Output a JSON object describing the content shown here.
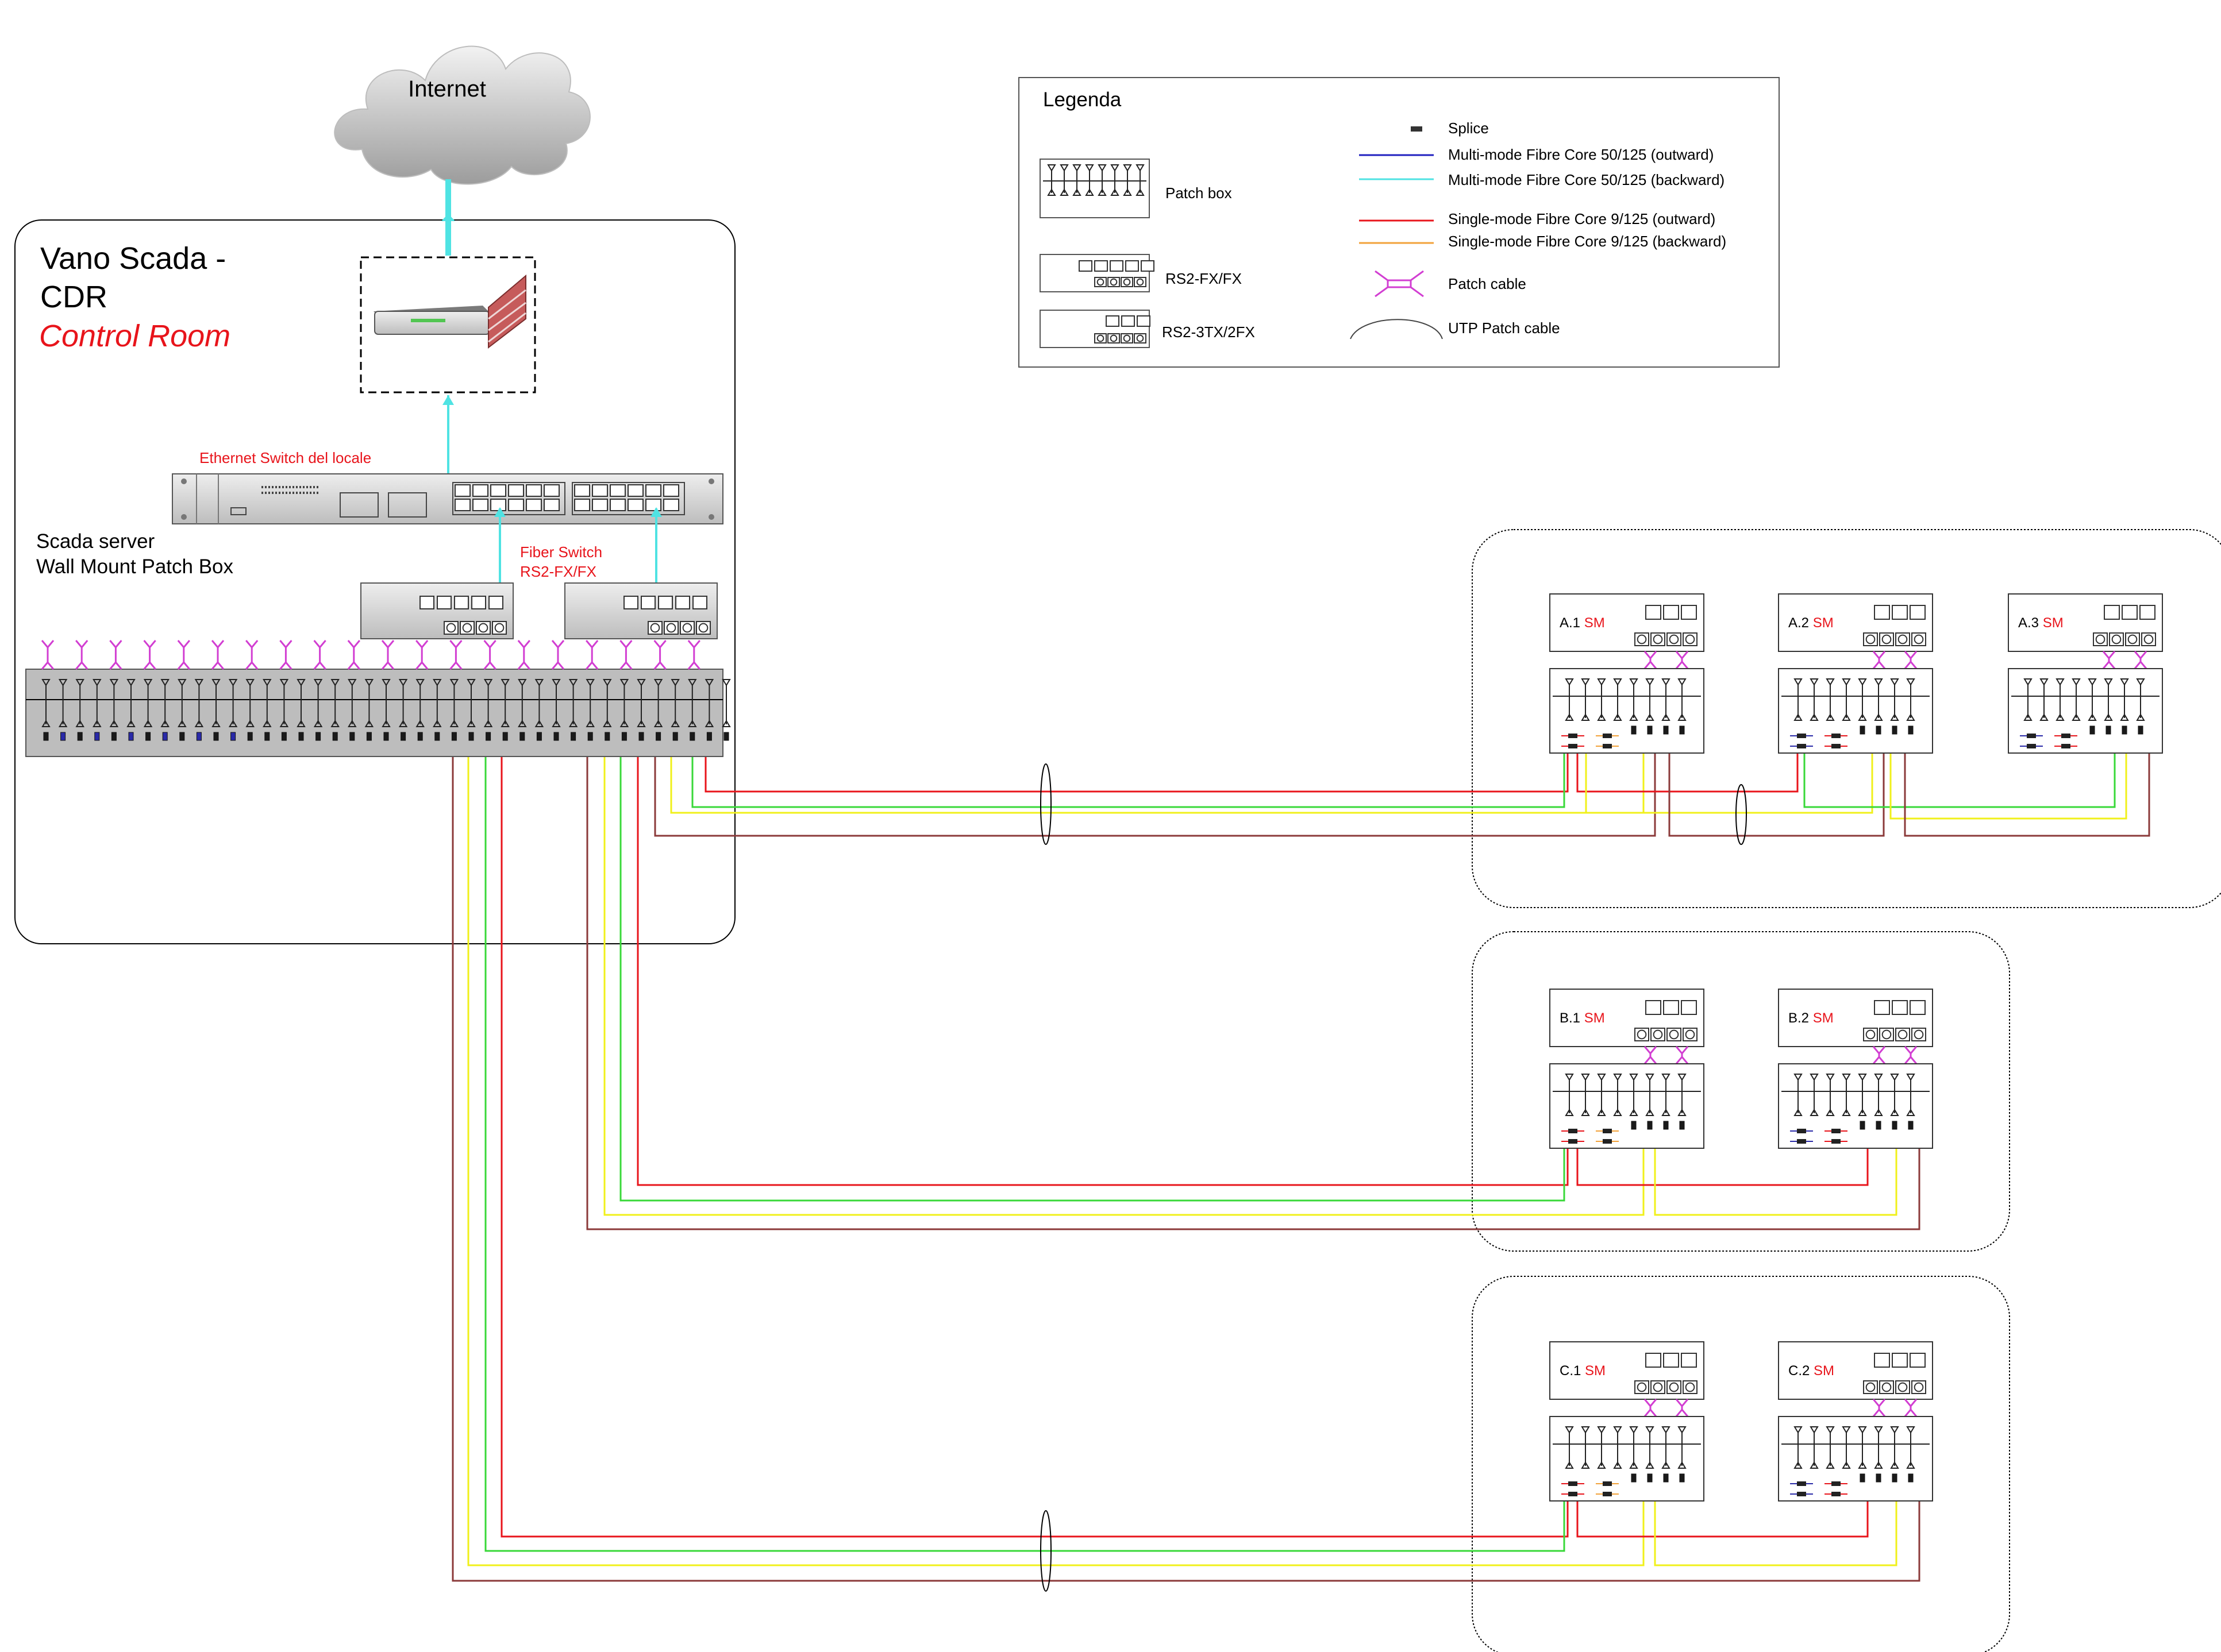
{
  "cloud": {
    "label": "Internet"
  },
  "control_room": {
    "title_line1": "Vano Scada -",
    "title_line2": "CDR",
    "subtitle": "Control Room",
    "ethernet_switch_label": "Ethernet Switch del locale",
    "scada_server_line1": "Scada server",
    "scada_server_line2": "Wall Mount Patch Box",
    "fiber_switch_line1": "Fiber Switch",
    "fiber_switch_line2": "RS2-FX/FX"
  },
  "legend": {
    "title": "Legenda",
    "items": [
      {
        "label": "Splice",
        "symbol": "splice"
      },
      {
        "label": "Multi-mode Fibre Core 50/125 (outward)",
        "symbol": "line",
        "color": "#1f1fbf"
      },
      {
        "label": "Multi-mode Fibre Core 50/125 (backward)",
        "symbol": "line",
        "color": "#4fe3e3"
      },
      {
        "label": "Single-mode Fibre Core 9/125 (outward)",
        "symbol": "line",
        "color": "#e8141b"
      },
      {
        "label": "Single-mode Fibre Core 9/125 (backward)",
        "symbol": "line",
        "color": "#f2a23a"
      },
      {
        "label": "Patch cable",
        "symbol": "patch"
      },
      {
        "label": "UTP Patch cable",
        "symbol": "utp"
      }
    ],
    "device_labels": {
      "patch_box": "Patch box",
      "rs2_fx_fx": "RS2-FX/FX",
      "rs2_3tx_2fx": "RS2-3TX/2FX"
    }
  },
  "sites": [
    {
      "group": "A",
      "nodes": [
        {
          "id": "A.1",
          "tag": "SM"
        },
        {
          "id": "A.2",
          "tag": "SM"
        },
        {
          "id": "A.3",
          "tag": "SM"
        }
      ]
    },
    {
      "group": "B",
      "nodes": [
        {
          "id": "B.1",
          "tag": "SM"
        },
        {
          "id": "B.2",
          "tag": "SM"
        }
      ]
    },
    {
      "group": "C",
      "nodes": [
        {
          "id": "C.1",
          "tag": "SM"
        },
        {
          "id": "C.2",
          "tag": "SM"
        }
      ]
    }
  ],
  "colors": {
    "fiber_red": "#e8141b",
    "fiber_yellow": "#f0f01a",
    "fiber_green": "#38d838",
    "fiber_brown": "#8b3a3a",
    "uplink_cyan": "#4fe3e3",
    "patch_magenta": "#d23ed2",
    "site_red": "#e8141b"
  }
}
